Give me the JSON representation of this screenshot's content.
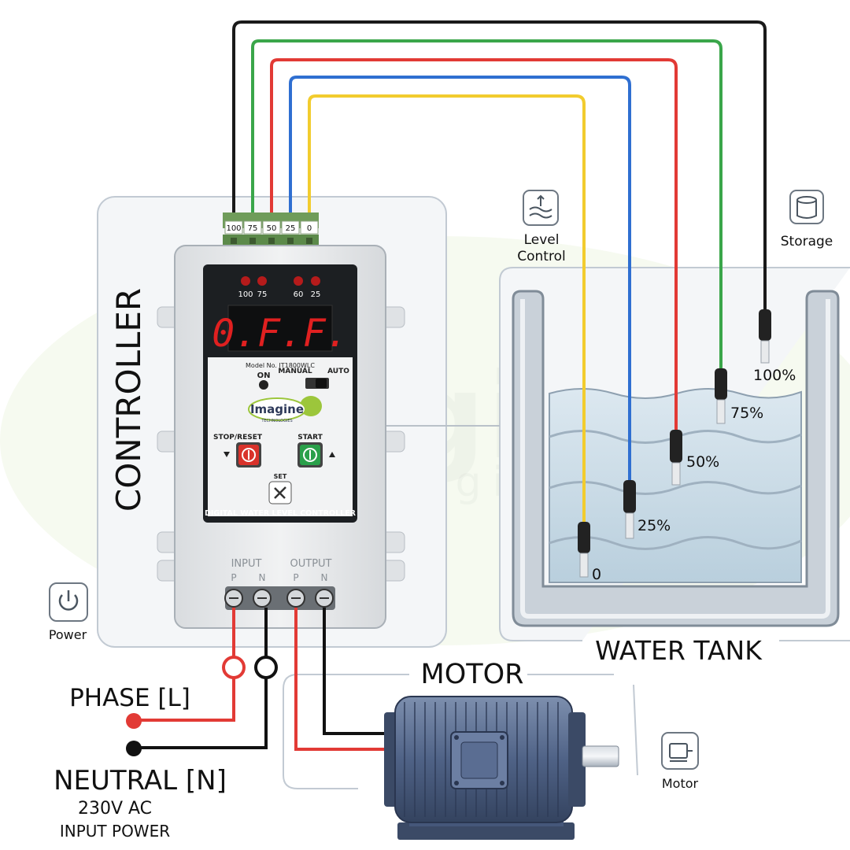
{
  "watermark": {
    "brand": "Imagine",
    "sub": "Technologies"
  },
  "controller": {
    "panel_title": "CONTROLLER",
    "terminals": [
      "100",
      "75",
      "50",
      "25",
      "0"
    ],
    "led_labels": [
      "100",
      "75",
      "60",
      "25"
    ],
    "display": "0.F.F.",
    "model": "Model No. IT1800WLC",
    "on_label": "ON",
    "manual_label": "MANUAL",
    "auto_label": "AUTO",
    "brand": "Imagine",
    "brand_sub": "TECHNOLOGIES",
    "stop_label": "STOP/RESET",
    "start_label": "START",
    "set_label": "SET",
    "footer": "DIGITAL WATER LEVEL CONTROLLER",
    "input_label": "INPUT",
    "output_label": "OUTPUT",
    "pins": [
      "P",
      "N",
      "P",
      "N"
    ]
  },
  "icons": {
    "level": {
      "label_line1": "Level",
      "label_line2": "Control",
      "icon": "level-control-icon"
    },
    "storage": {
      "label": "Storage",
      "icon": "storage-icon"
    },
    "power": {
      "label": "Power",
      "icon": "power-icon"
    },
    "motor": {
      "label": "Motor",
      "icon": "motor-icon"
    }
  },
  "tank": {
    "title": "WATER TANK",
    "sensors": [
      {
        "label": "0",
        "color": "#f2cc2e"
      },
      {
        "label": "25%",
        "color": "#2f6fd1"
      },
      {
        "label": "50%",
        "color": "#e23a35"
      },
      {
        "label": "75%",
        "color": "#3aa64a"
      },
      {
        "label": "100%",
        "color": "#1a1a1a"
      }
    ]
  },
  "motor": {
    "title": "MOTOR"
  },
  "supply": {
    "phase_label": "PHASE [L]",
    "neutral_label": "NEUTRAL [N]",
    "voltage_label": "230V AC",
    "input_label": "INPUT POWER",
    "phase_color": "#e23a35",
    "neutral_color": "#111111"
  },
  "colors": {
    "accent_green": "#9cc63b",
    "start_green": "#2aa04a",
    "stop_red": "#d9322b",
    "display_red": "#e02020"
  }
}
